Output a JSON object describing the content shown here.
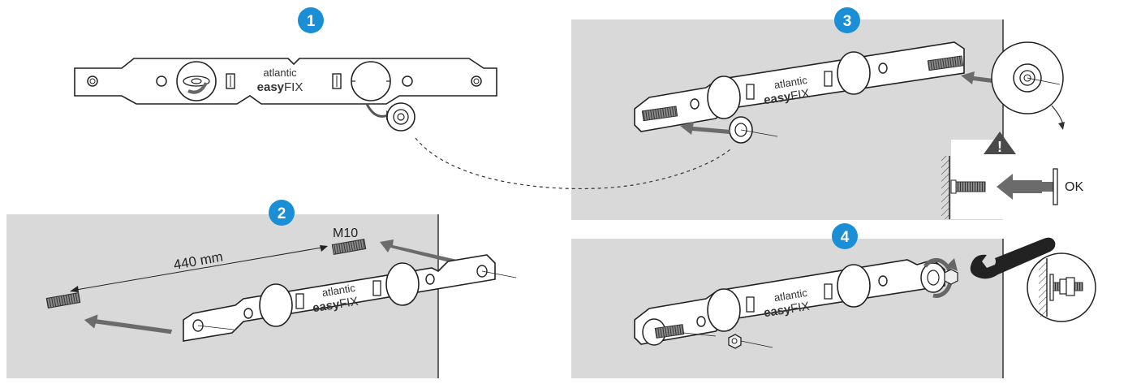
{
  "steps": [
    {
      "number": "1"
    },
    {
      "number": "2"
    },
    {
      "number": "3"
    },
    {
      "number": "4"
    }
  ],
  "brand": {
    "line1": "atlantic",
    "line2_a": "easy",
    "line2_b": "FIX"
  },
  "dimension": {
    "distance": "440 mm",
    "bolt": "M10"
  },
  "check": {
    "ok": "OK",
    "warning_symbol": "!"
  },
  "colors": {
    "step_badge": "#1a8fd6",
    "wall": "#d9d9da",
    "arrow": "#6b6b6b",
    "bracket_fill": "#ffffff",
    "outline": "#222222"
  }
}
